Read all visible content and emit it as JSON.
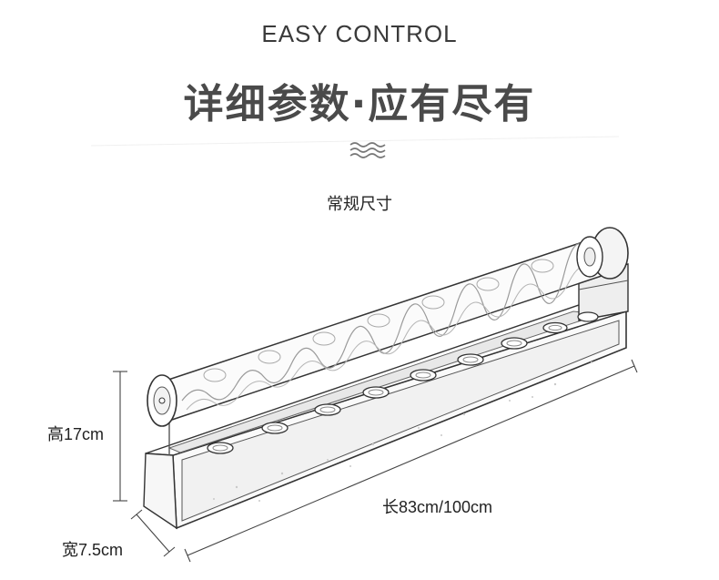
{
  "header": {
    "subtitle_en": "EASY CONTROL",
    "title_cn": "详细参数·应有尽有"
  },
  "decor": {
    "icon": "wave-icon"
  },
  "section": {
    "label": "常规尺寸"
  },
  "dimensions": {
    "height": "高17cm",
    "length": "长83cm/100cm",
    "width": "宽7.5cm"
  },
  "product": {
    "nozzle_count": 9
  }
}
